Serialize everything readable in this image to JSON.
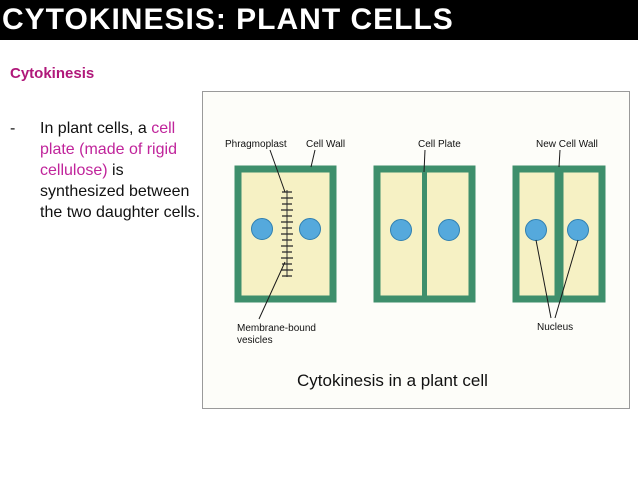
{
  "slide": {
    "title": "CYTOKINESIS: PLANT CELLS",
    "subheading": "Cytokinesis",
    "bullet": {
      "dash": "-",
      "line1": "In plant cells, a",
      "highlight": "cell plate (made of rigid cellulose)",
      "line2": "is synthesized between the two daughter cells."
    }
  },
  "figure": {
    "labels": {
      "phragmoplast": "Phragmoplast",
      "cell_wall": "Cell Wall",
      "cell_plate": "Cell Plate",
      "new_cell_wall": "New Cell Wall",
      "vesicles_line1": "Membrane-bound",
      "vesicles_line2": "vesicles",
      "nucleus": "Nucleus",
      "caption": "Cytokinesis in a plant cell"
    },
    "colors": {
      "cell_wall": "#3e8f6c",
      "cytoplasm": "#f6f1c4",
      "nucleus": "#55a9dc",
      "vesicle": "#2e2e2e",
      "title_bar": "#000000",
      "subheading": "#b0187a",
      "highlight": "#c0249b"
    }
  }
}
